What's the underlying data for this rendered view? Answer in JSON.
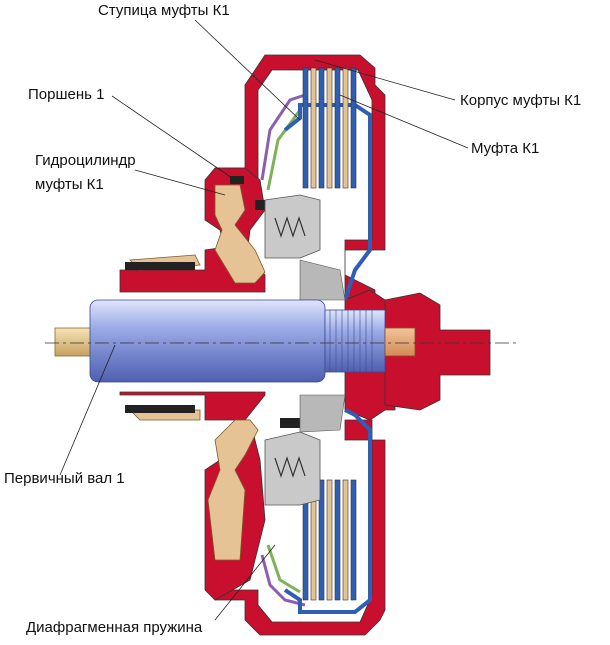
{
  "labels": {
    "hub_k1": "Ступица муфты К1",
    "piston_1": "Поршень 1",
    "cylinder_line1": "Гидроцилиндр",
    "cylinder_line2": "муфты К1",
    "housing_k1": "Корпус муфты К1",
    "clutch_k1": "Муфта К1",
    "input_shaft_1": "Первичный вал 1",
    "diaphragm_spring": "Диафрагменная пружина"
  },
  "colors": {
    "housing": "#c8102e",
    "piston": "#e6c394",
    "shaft": "#7a8fd6",
    "shaft_light": "#c9d2f3",
    "clutch_blue": "#2f5fb5",
    "spring_purple": "#8a5fb0",
    "spring_green": "#7fb05a",
    "grey": "#c9c9c9",
    "dark": "#222222"
  }
}
